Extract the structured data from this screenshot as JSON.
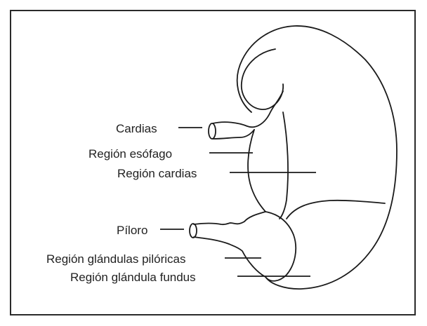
{
  "labels": {
    "cardias": "Cardias",
    "region_esofago": "Región esófago",
    "region_cardias": "Región cardias",
    "piloro": "Píloro",
    "region_glandulas_piloricas": "Región glándulas pilóricas",
    "region_glandula_fundus": "Región glándula fundus"
  },
  "colors": {
    "line": "#1a1a1a",
    "text": "#222222",
    "background": "#ffffff"
  }
}
